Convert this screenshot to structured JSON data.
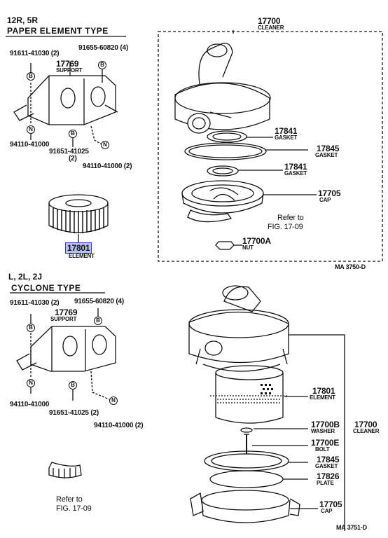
{
  "sections": {
    "top": {
      "models": "12R, 5R",
      "type": "PAPER ELEMENT TYPE",
      "parts": {
        "p91611": "91611-41030 (2)",
        "p91655": "91655-60820 (4)",
        "support_no": "17769",
        "support_name": "SUPPORT",
        "p94110a": "94110-41000",
        "p91651": "91651-41025",
        "p91651_qty": "(2)",
        "p94110b": "94110-41000 (2)",
        "element_no": "17801",
        "element_name": "ELEMENT",
        "cleaner_no": "17700",
        "cleaner_name": "CLEANER",
        "g17841a_no": "17841",
        "g17841a_name": "GASKET",
        "g17845_no": "17845",
        "g17845_name": "GASKET",
        "g17841b_no": "17841",
        "g17841b_name": "GASKET",
        "cap_no": "17705",
        "cap_name": "CAP",
        "refer": "Refer to",
        "refer_fig": "FIG. 17-09",
        "nut_no": "17700A",
        "nut_name": "NUT"
      },
      "ref_code": "MA 3750-D"
    },
    "bottom": {
      "models": "L, 2L, 2J",
      "type": "CYCLONE TYPE",
      "parts": {
        "p91611": "91611-41030 (2)",
        "p91655": "91655-60820 (4)",
        "support_no": "17769",
        "support_name": "SUPPORT",
        "p94110a": "94110-41000",
        "p91651": "91651-41025 (2)",
        "p94110b": "94110-41000 (2)",
        "refer": "Refer to",
        "refer_fig": "FIG. 17-09",
        "element_no": "17801",
        "element_name": "ELEMENT",
        "washer_no": "17700B",
        "washer_name": "WASHER",
        "cleaner_no": "17700",
        "cleaner_name": "CLEANER",
        "bolt_no": "17700E",
        "bolt_name": "BOLT",
        "gasket_no": "17845",
        "gasket_name": "GASKET",
        "plate_no": "17826",
        "plate_name": "PLATE",
        "cap_no": "17705",
        "cap_name": "CAP"
      },
      "ref_code": "MA 3751-D"
    }
  },
  "markers": {
    "bolt": "B",
    "nut": "N"
  },
  "colors": {
    "highlight": "#b9c0ee",
    "highlight_border": "#3040c8",
    "ink": "#111111"
  }
}
